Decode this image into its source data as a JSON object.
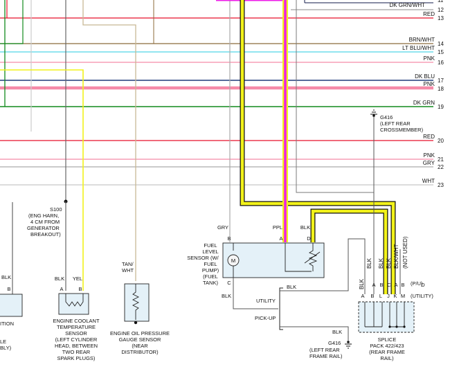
{
  "colors": {
    "red": "#e8102a",
    "pink": "#f58aa8",
    "cyan": "#4fd5e6",
    "navy": "#1f3a7a",
    "green": "#118a1c",
    "magenta": "#ee1ee8",
    "yellow": "#f2f21a",
    "brown": "#c8b894",
    "gray": "#9a9a9a",
    "component_fill": "#e4f1f8"
  },
  "wires": [
    {
      "num": "11",
      "label": "DK GRN/WHT"
    },
    {
      "num": "12",
      "label": ""
    },
    {
      "num": "13",
      "label": "RED"
    },
    {
      "num": "14",
      "label": "BRN/WHT"
    },
    {
      "num": "15",
      "label": "LT BLU/WHT"
    },
    {
      "num": "16",
      "label": "PNK"
    },
    {
      "num": "17",
      "label": "DK BLU"
    },
    {
      "num": "18",
      "label": "PNK"
    },
    {
      "num": "19",
      "label": "DK GRN"
    },
    {
      "num": "20",
      "label": "RED"
    },
    {
      "num": "21",
      "label": "PNK"
    },
    {
      "num": "22",
      "label": "GRY"
    },
    {
      "num": "23",
      "label": "WHT"
    }
  ],
  "g416_top": {
    "line1": "G416",
    "line2": "(LEFT REAR",
    "line3": "CROSSMEMBER)"
  },
  "s100": {
    "line1": "S100",
    "line2": "(ENG HARN,",
    "line3": "4 CM FROM",
    "line4": "GENERATOR",
    "line5": "BREAKOUT)"
  },
  "fuel_sensor": {
    "wire_labels": [
      "GRY",
      "PPL",
      "BLK"
    ],
    "pins": [
      "B",
      "A",
      "D",
      "C"
    ],
    "bottom_wire": "BLK",
    "name": [
      "FUEL",
      "LEVEL",
      "SENSOR (W/",
      "FUEL",
      "PUMP)",
      "(FUEL",
      "TANK)"
    ],
    "motor_symbol": "M"
  },
  "switch": {
    "wire": "BLK",
    "utility": "UTILITY",
    "pickup": "PICK-UP",
    "pickup_wire": "BLK"
  },
  "g416_bottom": {
    "line1": "G416",
    "line2": "(LEFT REAR",
    "line3": "FRAME RAIL)"
  },
  "splice": {
    "wire_labels": [
      "BLK",
      "BLK",
      "BLK",
      "BLK",
      "BLK/WHT",
      "(NOT USED)"
    ],
    "top_pins": [
      "A",
      "B",
      "C",
      "A",
      "B",
      "D"
    ],
    "bottom_pins": [
      "A",
      "B",
      "L",
      "J",
      "K",
      "M"
    ],
    "pu": "(P/U)",
    "utility": "(UTILITY)",
    "name": [
      "SPLICE",
      "PACK 422/423",
      "(REAR FRAME",
      "RAIL)"
    ]
  },
  "ect_sensor": {
    "wires": [
      "BLK",
      "YEL"
    ],
    "pins": [
      "A",
      "B"
    ],
    "name": [
      "ENGINE COOLANT",
      "TEMPERATURE",
      "SENSOR",
      "(LEFT CYLINDER",
      "HEAD, BETWEEN",
      "TWO REAR",
      "SPARK PLUGS)"
    ]
  },
  "oil_sensor": {
    "wire": [
      "TAN/",
      "WHT"
    ],
    "name": [
      "ENGINE OIL PRESSURE",
      "GAUGE SENSOR",
      "(NEAR",
      "DISTRIBUTOR)"
    ]
  },
  "left_partial": {
    "wire": "BLK",
    "pin": "B",
    "name": [
      "ITION",
      "LE",
      "BLY)"
    ]
  }
}
